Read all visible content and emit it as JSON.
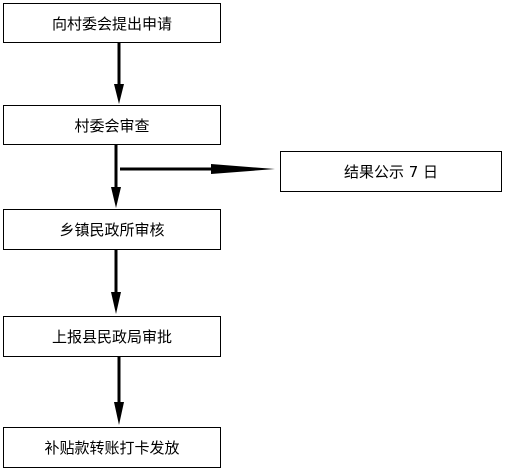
{
  "flowchart": {
    "steps": [
      {
        "id": "n1",
        "label": "向村委会提出申请"
      },
      {
        "id": "n2",
        "label": "村委会审查"
      },
      {
        "id": "n3",
        "label": "结果公示 7 日"
      },
      {
        "id": "n4",
        "label": "乡镇民政所审核"
      },
      {
        "id": "n5",
        "label": "上报县民政局审批"
      },
      {
        "id": "n6",
        "label": "补贴款转账打卡发放"
      }
    ],
    "edges": [
      {
        "from": "n1",
        "to": "n2"
      },
      {
        "from": "n2",
        "to": "n3"
      },
      {
        "from": "n2",
        "to": "n4"
      },
      {
        "from": "n4",
        "to": "n5"
      },
      {
        "from": "n5",
        "to": "n6"
      }
    ]
  }
}
